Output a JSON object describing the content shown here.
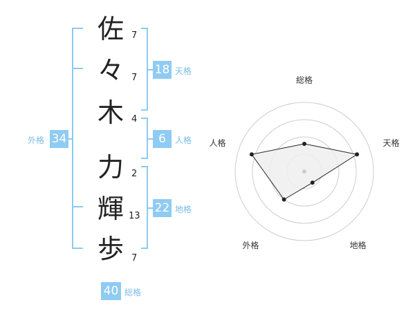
{
  "characters": [
    {
      "char": "佐",
      "strokes": "7"
    },
    {
      "char": "々",
      "strokes": "7"
    },
    {
      "char": "木",
      "strokes": "4"
    },
    {
      "char": "力",
      "strokes": "2"
    },
    {
      "char": "輝",
      "strokes": "13"
    },
    {
      "char": "歩",
      "strokes": "7"
    }
  ],
  "scores": {
    "tenkaku": {
      "value": "18",
      "label": "天格"
    },
    "jinkaku": {
      "value": "6",
      "label": "人格"
    },
    "chikaku": {
      "value": "22",
      "label": "地格"
    },
    "gaikaku": {
      "value": "34",
      "label": "外格"
    },
    "soukaku": {
      "value": "40",
      "label": "総格"
    }
  },
  "chart_data": {
    "type": "radar",
    "axes": [
      "総格",
      "天格",
      "地格",
      "外格",
      "人格"
    ],
    "values": [
      0.4,
      0.8,
      0.2,
      0.5,
      0.8
    ],
    "rings": 4,
    "max": 1
  },
  "colors": {
    "accent": "#8fcbf2",
    "bracket": "#8ec9ef",
    "polygon_fill": "#eeeeee",
    "ring": "#cccccc"
  }
}
